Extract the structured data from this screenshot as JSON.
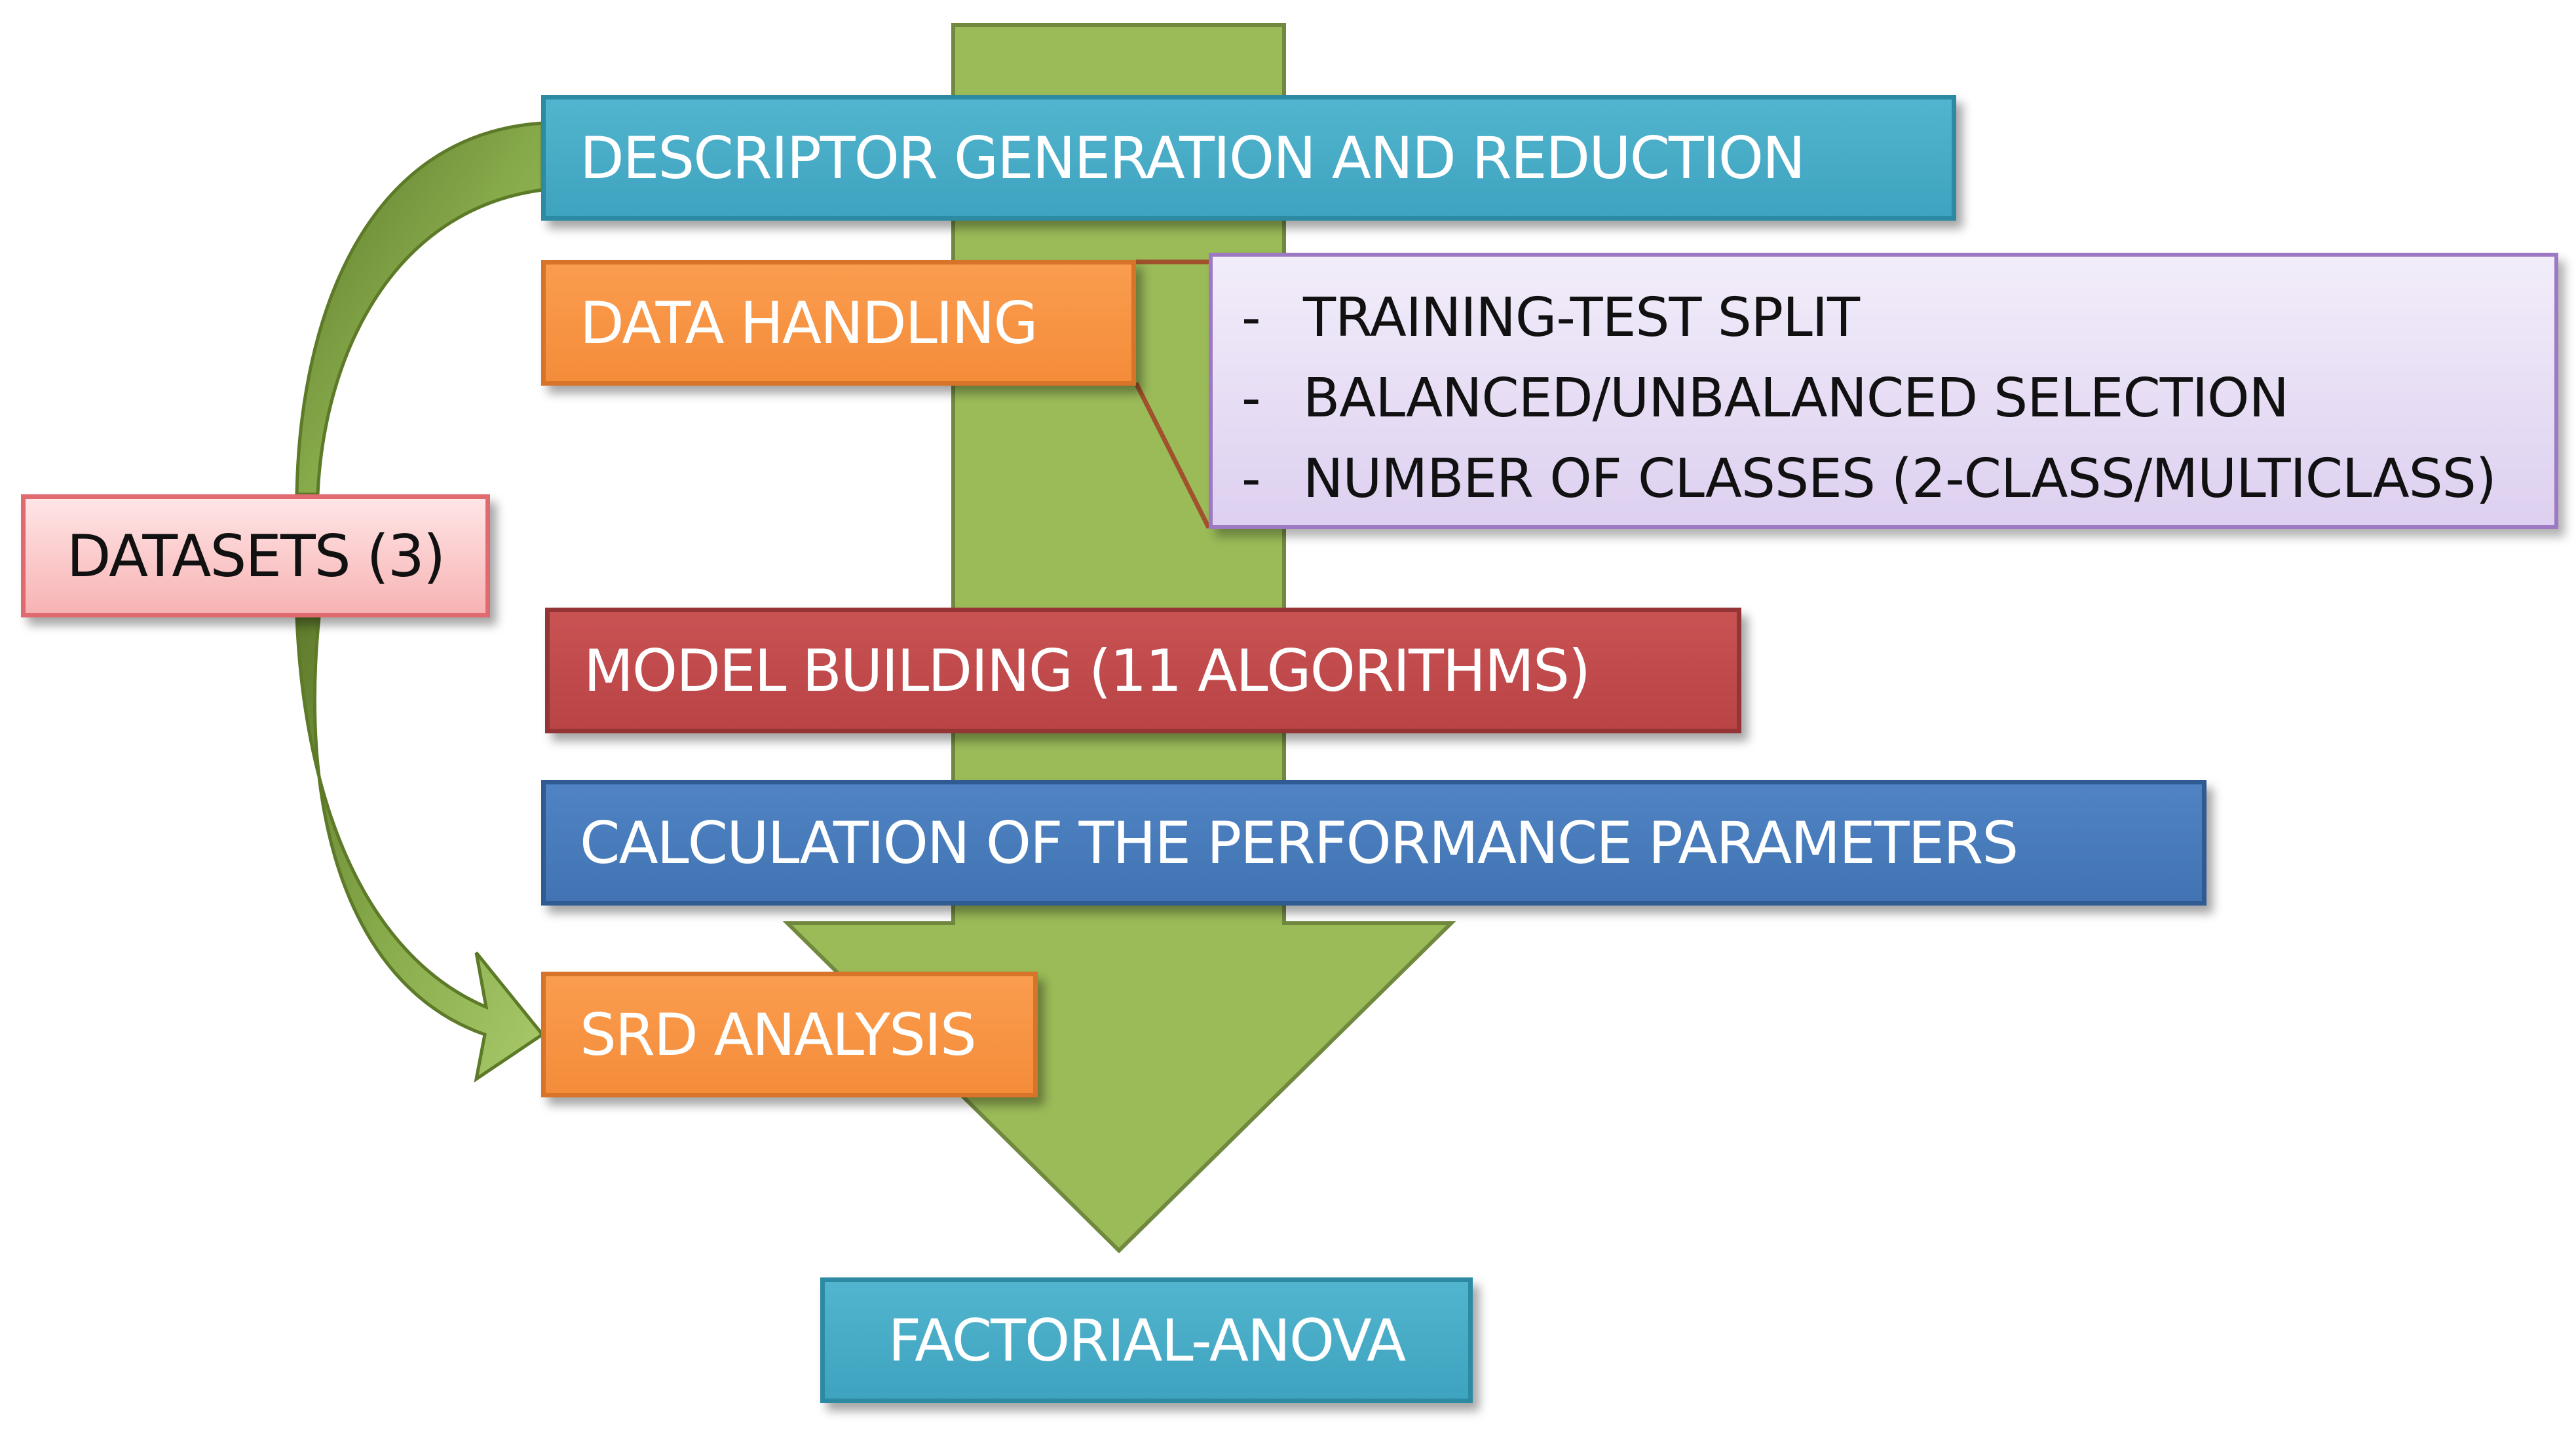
{
  "diagram": {
    "steps": {
      "descriptor": "DESCRIPTOR GENERATION AND REDUCTION",
      "data_handling": "DATA HANDLING",
      "datasets": "DATASETS (3)",
      "model_building": "MODEL BUILDING (11 ALGORITHMS)",
      "calculation": "CALCULATION OF THE PERFORMANCE PARAMETERS",
      "srd": "SRD ANALYSIS",
      "anova": "FACTORIAL-ANOVA"
    },
    "callout": {
      "dash": "-",
      "items": [
        "TRAINING-TEST  SPLIT",
        "BALANCED/UNBALANCED  SELECTION",
        "NUMBER  OF  CLASSES (2-CLASS/MULTICLASS)"
      ]
    },
    "colors": {
      "main_arrow": "#9bbb59",
      "arrow_outline": "#71893f",
      "curved_arrow": "#77933c",
      "callout_connector": "#a0522d"
    }
  }
}
